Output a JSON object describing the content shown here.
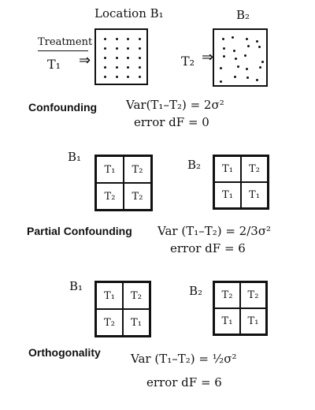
{
  "section1": {
    "location1_label": "Location B₁",
    "location2_label": "B₂",
    "treatment_label": "Treatment",
    "t1_label": "T₁",
    "t2_label": "T₂",
    "arrow": "⇒",
    "title": "Confounding",
    "var_eq": "Var(T₁–T₂) = 2σ²",
    "df_eq": "error dF = 0"
  },
  "section2": {
    "b1_label": "B₁",
    "b2_label": "B₂",
    "grid1": [
      "T₁",
      "T₂",
      "T₂",
      "T₂"
    ],
    "grid2": [
      "T₁",
      "T₂",
      "T₁",
      "T₁"
    ],
    "title": "Partial Confounding",
    "var_eq": "Var (T₁–T₂) = 2/3σ²",
    "df_eq": "error dF = 6"
  },
  "section3": {
    "b1_label": "B₁",
    "b2_label": "B₂",
    "grid1": [
      "T₁",
      "T₂",
      "T₂",
      "T₁"
    ],
    "grid2": [
      "T₂",
      "T₂",
      "T₁",
      "T₁"
    ],
    "title": "Orthogonality",
    "var_eq": "Var (T₁–T₂) = ½σ²",
    "df_eq": "error dF = 6"
  }
}
